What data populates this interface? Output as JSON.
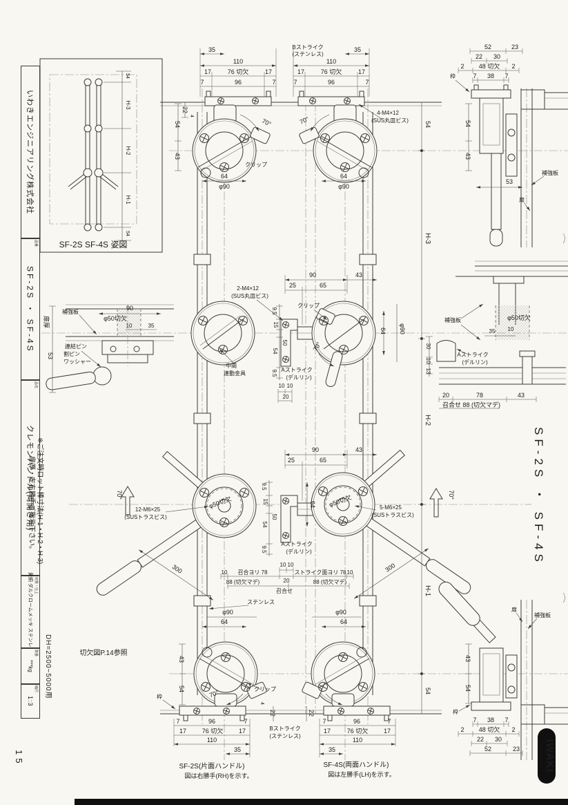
{
  "sidebar": {
    "company": "いわきエンジニアリング株式会社",
    "part_no_label": "品番",
    "model": "SF-2S ・ SF-4S",
    "name_label": "品名",
    "product": "クレモンハンドル(両開き用)",
    "material_label": "材質・仕上",
    "material": "黄銅 ダルクロームメッキ ステンレス",
    "mass_label": "質量",
    "mass": "***kg",
    "scale_label": "縮尺",
    "scale": "1:3",
    "page": "15"
  },
  "notes": {
    "order1": "※ご注文時ロット棒寸法(H-1・H-2・H-3)",
    "order2": "扉厚・左右勝手ご指示下さい。",
    "dh": "DH=2500~5000用",
    "cutref": "切欠図P.14参照"
  },
  "front_view": {
    "title": "SF-2S SF-4S 姿図"
  },
  "captions": {
    "sf2s_1": "SF-2S(片面ハンドル)",
    "sf2s_2": "図は右勝手(RH)を示す。",
    "sf4s_1": "SF-4S(両面ハンドル)",
    "sf4s_2": "図は左勝手(LH)を示す。",
    "side_model": "SF-2S ・ SF-4S",
    "logo": "IWAKI"
  },
  "labels": {
    "b_strike": "Bストライク",
    "b_strike_mat": "(ステンレス)",
    "a_strike": "Aストライク",
    "a_strike_mat": "(デルリン)",
    "screw_4m4": "4-M4×12",
    "screw_2m4": "2-M4×12",
    "sus_flat": "(SUS丸皿ビス)",
    "screw_12m6": "12-M6×25",
    "screw_5m6": "5-M6×25",
    "sus_truss": "(SUSトラスビス)",
    "clip": "クリップ",
    "frame": "枠",
    "door": "扉",
    "door_thickness": "扉厚",
    "reinforce": "補強板",
    "mid1": "中間",
    "mid2": "連動金具",
    "pin1": "連結ピン",
    "pin2": "割ピン",
    "pin3": "ワッシャー",
    "stainless": "ステンレス"
  },
  "d": {
    "n2": "2",
    "n4": "4",
    "n7": "7",
    "n10": "10",
    "n13": "13",
    "n15": "15",
    "n17": "17",
    "n20": "20",
    "n22": "22",
    "n23": "23",
    "n25": "25",
    "n30": "30",
    "n35": "35",
    "n38": "38",
    "n43": "43",
    "n48k": "48 切欠",
    "n50": "50",
    "n52": "52",
    "n53": "53",
    "n54": "54",
    "n64": "64",
    "n65": "65",
    "n70": "70°",
    "n76k": "76 切欠",
    "n78": "78",
    "n88k": "88 (切欠マデ)",
    "n90": "90",
    "n95": "9.5",
    "n96": "96",
    "n110": "110",
    "n300": "300",
    "phi90": "φ90",
    "phi50k": "φ50切欠",
    "h1": "H-1",
    "h2": "H-2",
    "h3": "H-3",
    "meet78": "召合ヨリ 78",
    "strike78": "ストライク面ヨリ 78",
    "meet": "召合せ",
    "meet88": "召合せ 88 (切欠マデ)"
  }
}
